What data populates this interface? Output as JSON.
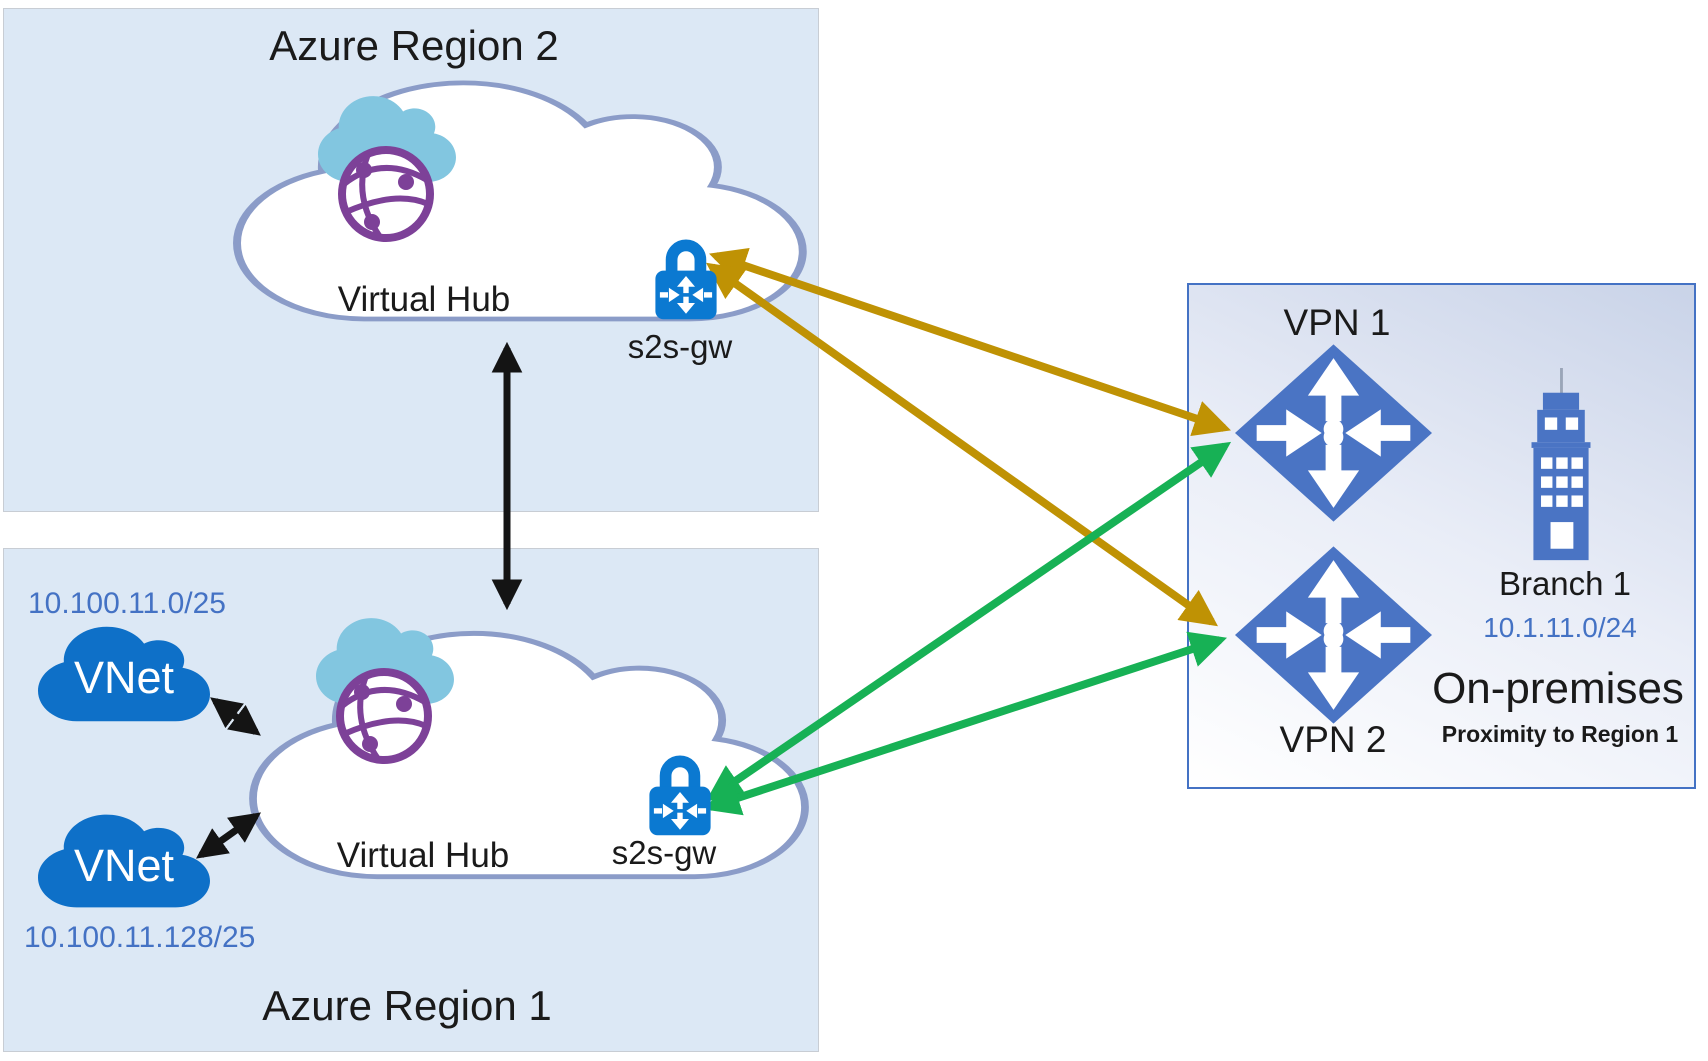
{
  "region2": {
    "title": "Azure Region 2",
    "hub_label": "Virtual Hub",
    "gateway_label": "s2s-gw"
  },
  "region1": {
    "title": "Azure Region 1",
    "hub_label": "Virtual Hub",
    "gateway_label": "s2s-gw",
    "vnet1": {
      "name": "VNet",
      "cidr": "10.100.11.0/25"
    },
    "vnet2": {
      "name": "VNet",
      "cidr": "10.100.11.128/25"
    }
  },
  "onprem": {
    "vpn1_label": "VPN 1",
    "vpn2_label": "VPN 2",
    "branch_label": "Branch 1",
    "branch_cidr": "10.1.11.0/24",
    "title": "On-premises",
    "subtitle": "Proximity to Region 1"
  },
  "colors": {
    "region_fill": "#dce8f5",
    "onprem_border": "#4472c4",
    "azure_blue": "#4a74c4",
    "vnet_blue": "#0e70c8",
    "gateway_blue": "#0b79d1",
    "gold": "#bf9204",
    "green": "#17b155",
    "black_link": "#141414",
    "cidr_text": "#4472c4",
    "cloud_stroke": "#8b9cc8",
    "wan_cyan": "#82c6e0",
    "wan_purple": "#7d4198"
  }
}
